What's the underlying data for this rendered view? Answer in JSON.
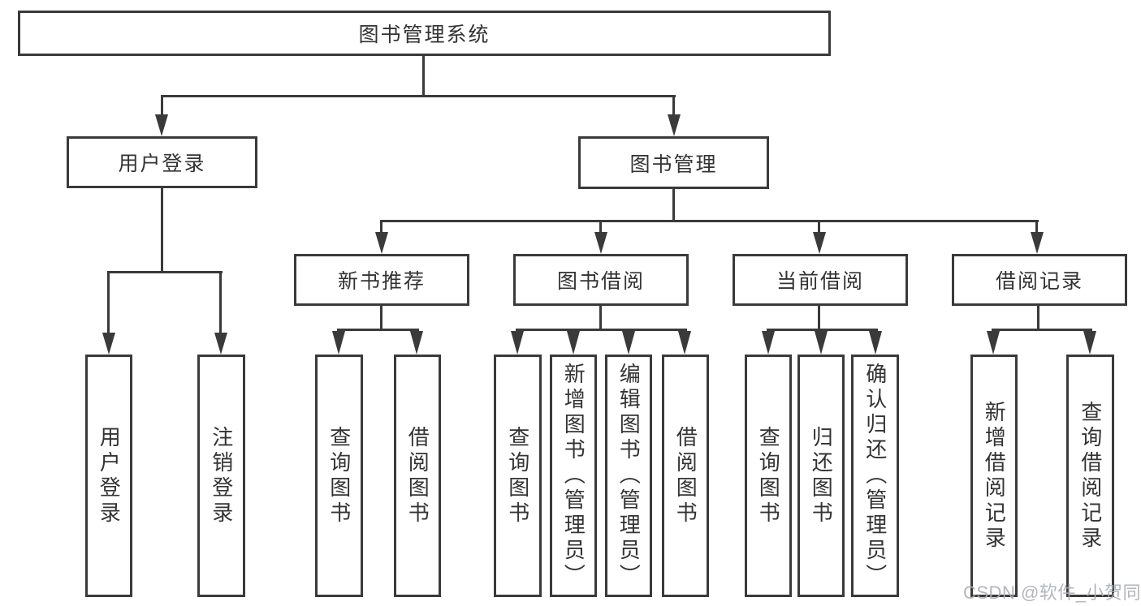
{
  "diagram": {
    "title": "图书管理系统",
    "root": {
      "label": "图书管理系统"
    },
    "branches": [
      {
        "label": "用户登录",
        "children": [
          {
            "label": "用户登录"
          },
          {
            "label": "注销登录"
          }
        ]
      },
      {
        "label": "图书管理",
        "children": [
          {
            "label": "新书推荐",
            "children": [
              {
                "label": "查询图书"
              },
              {
                "label": "借阅图书"
              }
            ]
          },
          {
            "label": "图书借阅",
            "children": [
              {
                "label": "查询图书"
              },
              {
                "label": "新增图书（管理员）"
              },
              {
                "label": "编辑图书（管理员）"
              },
              {
                "label": "借阅图书"
              }
            ]
          },
          {
            "label": "当前借阅",
            "children": [
              {
                "label": "查询图书"
              },
              {
                "label": "归还图书"
              },
              {
                "label": "确认归还（管理员）"
              }
            ]
          },
          {
            "label": "借阅记录",
            "children": [
              {
                "label": "新增借阅记录"
              },
              {
                "label": "查询借阅记录"
              }
            ]
          }
        ]
      }
    ]
  },
  "colors": {
    "line": "#3a3a3a",
    "text": "#333333",
    "background": "#ffffff",
    "watermark": "#aaaeb4"
  },
  "watermark": {
    "text": "CSDN @软件_小贺同学"
  }
}
